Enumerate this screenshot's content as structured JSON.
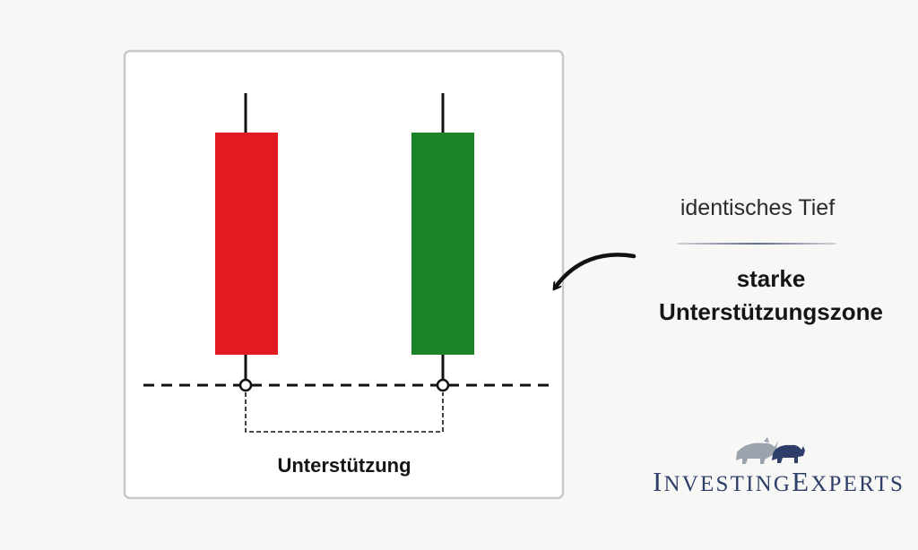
{
  "diagram": {
    "support_label": "Unterstützung",
    "candles": [
      {
        "name": "bearish",
        "color": "#e21b23"
      },
      {
        "name": "bullish",
        "color": "#1a8227"
      }
    ]
  },
  "annotation": {
    "top_text": "identisches Tief",
    "bottom_line1": "starke",
    "bottom_line2": "Unterstützungszone"
  },
  "logo": {
    "first_initial": "I",
    "first_rest": "NVESTING",
    "second_initial": "E",
    "second_rest": "XPERTS",
    "bull_color": "#9ca3ad",
    "bear_color": "#2e3e68"
  },
  "colors": {
    "frame": "#c8c8c8",
    "line": "#111111"
  }
}
